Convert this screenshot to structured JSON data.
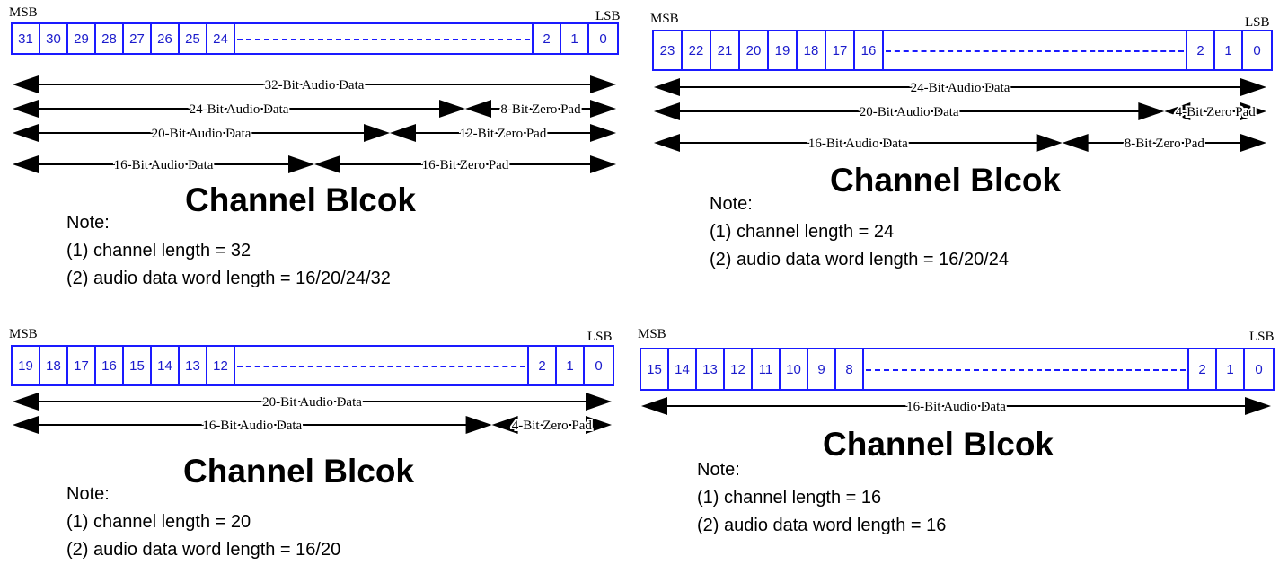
{
  "panels": [
    {
      "msb": "MSB",
      "lsb": "LSB",
      "high_bits": [
        "31",
        "30",
        "29",
        "28",
        "27",
        "26",
        "25",
        "24"
      ],
      "low_bits": [
        "2",
        "1",
        "0"
      ],
      "arrows": [
        [
          {
            "label": "32-Bit Audio Data",
            "bits": 32
          }
        ],
        [
          {
            "label": "24-Bit Audio Data",
            "bits": 24
          },
          {
            "label": "8-Bit Zero Pad",
            "bits": 8
          }
        ],
        [
          {
            "label": "20-Bit Audio Data",
            "bits": 20
          },
          {
            "label": "12-Bit Zero Pad",
            "bits": 12
          }
        ],
        [
          {
            "label": "16-Bit  Audio Data",
            "bits": 16
          },
          {
            "label": "16-Bit Zero Pad",
            "bits": 16
          }
        ]
      ],
      "title": "Channel Blcok",
      "note_heading": "Note:",
      "note_1": "(1) channel length  = 32",
      "note_2": "(2) audio data word length = 16/20/24/32"
    },
    {
      "msb": "MSB",
      "lsb": "LSB",
      "high_bits": [
        "23",
        "22",
        "21",
        "20",
        "19",
        "18",
        "17",
        "16"
      ],
      "low_bits": [
        "2",
        "1",
        "0"
      ],
      "arrows": [
        [
          {
            "label": "24-Bit Audio Data",
            "bits": 24
          }
        ],
        [
          {
            "label": "20-Bit Audio Data",
            "bits": 20
          },
          {
            "label": "4-Bit Zero Pad",
            "bits": 4
          }
        ],
        [
          {
            "label": "16-Bit  Audio Data",
            "bits": 16
          },
          {
            "label": "8-Bit Zero Pad",
            "bits": 8
          }
        ]
      ],
      "title": "Channel Blcok",
      "note_heading": "Note:",
      "note_1": "(1) channel length  = 24",
      "note_2": "(2) audio data word length = 16/20/24"
    },
    {
      "msb": "MSB",
      "lsb": "LSB",
      "high_bits": [
        "19",
        "18",
        "17",
        "16",
        "15",
        "14",
        "13",
        "12"
      ],
      "low_bits": [
        "2",
        "1",
        "0"
      ],
      "arrows": [
        [
          {
            "label": "20-Bit Audio Data",
            "bits": 20
          }
        ],
        [
          {
            "label": "16-Bit Audio Data",
            "bits": 16
          },
          {
            "label": "4-Bit Zero Pad",
            "bits": 4
          }
        ]
      ],
      "title": "Channel Blcok",
      "note_heading": "Note:",
      "note_1": "(1) channel length  = 20",
      "note_2": "(2) audio data word length = 16/20"
    },
    {
      "msb": "MSB",
      "lsb": "LSB",
      "high_bits": [
        "15",
        "14",
        "13",
        "12",
        "11",
        "10",
        "9",
        "8"
      ],
      "low_bits": [
        "2",
        "1",
        "0"
      ],
      "arrows": [
        [
          {
            "label": "16-Bit Audio Data",
            "bits": 16
          }
        ]
      ],
      "title": "Channel Blcok",
      "note_heading": "Note:",
      "note_1": "(1) channel length  = 16",
      "note_2": "(2) audio data word length = 16"
    }
  ]
}
